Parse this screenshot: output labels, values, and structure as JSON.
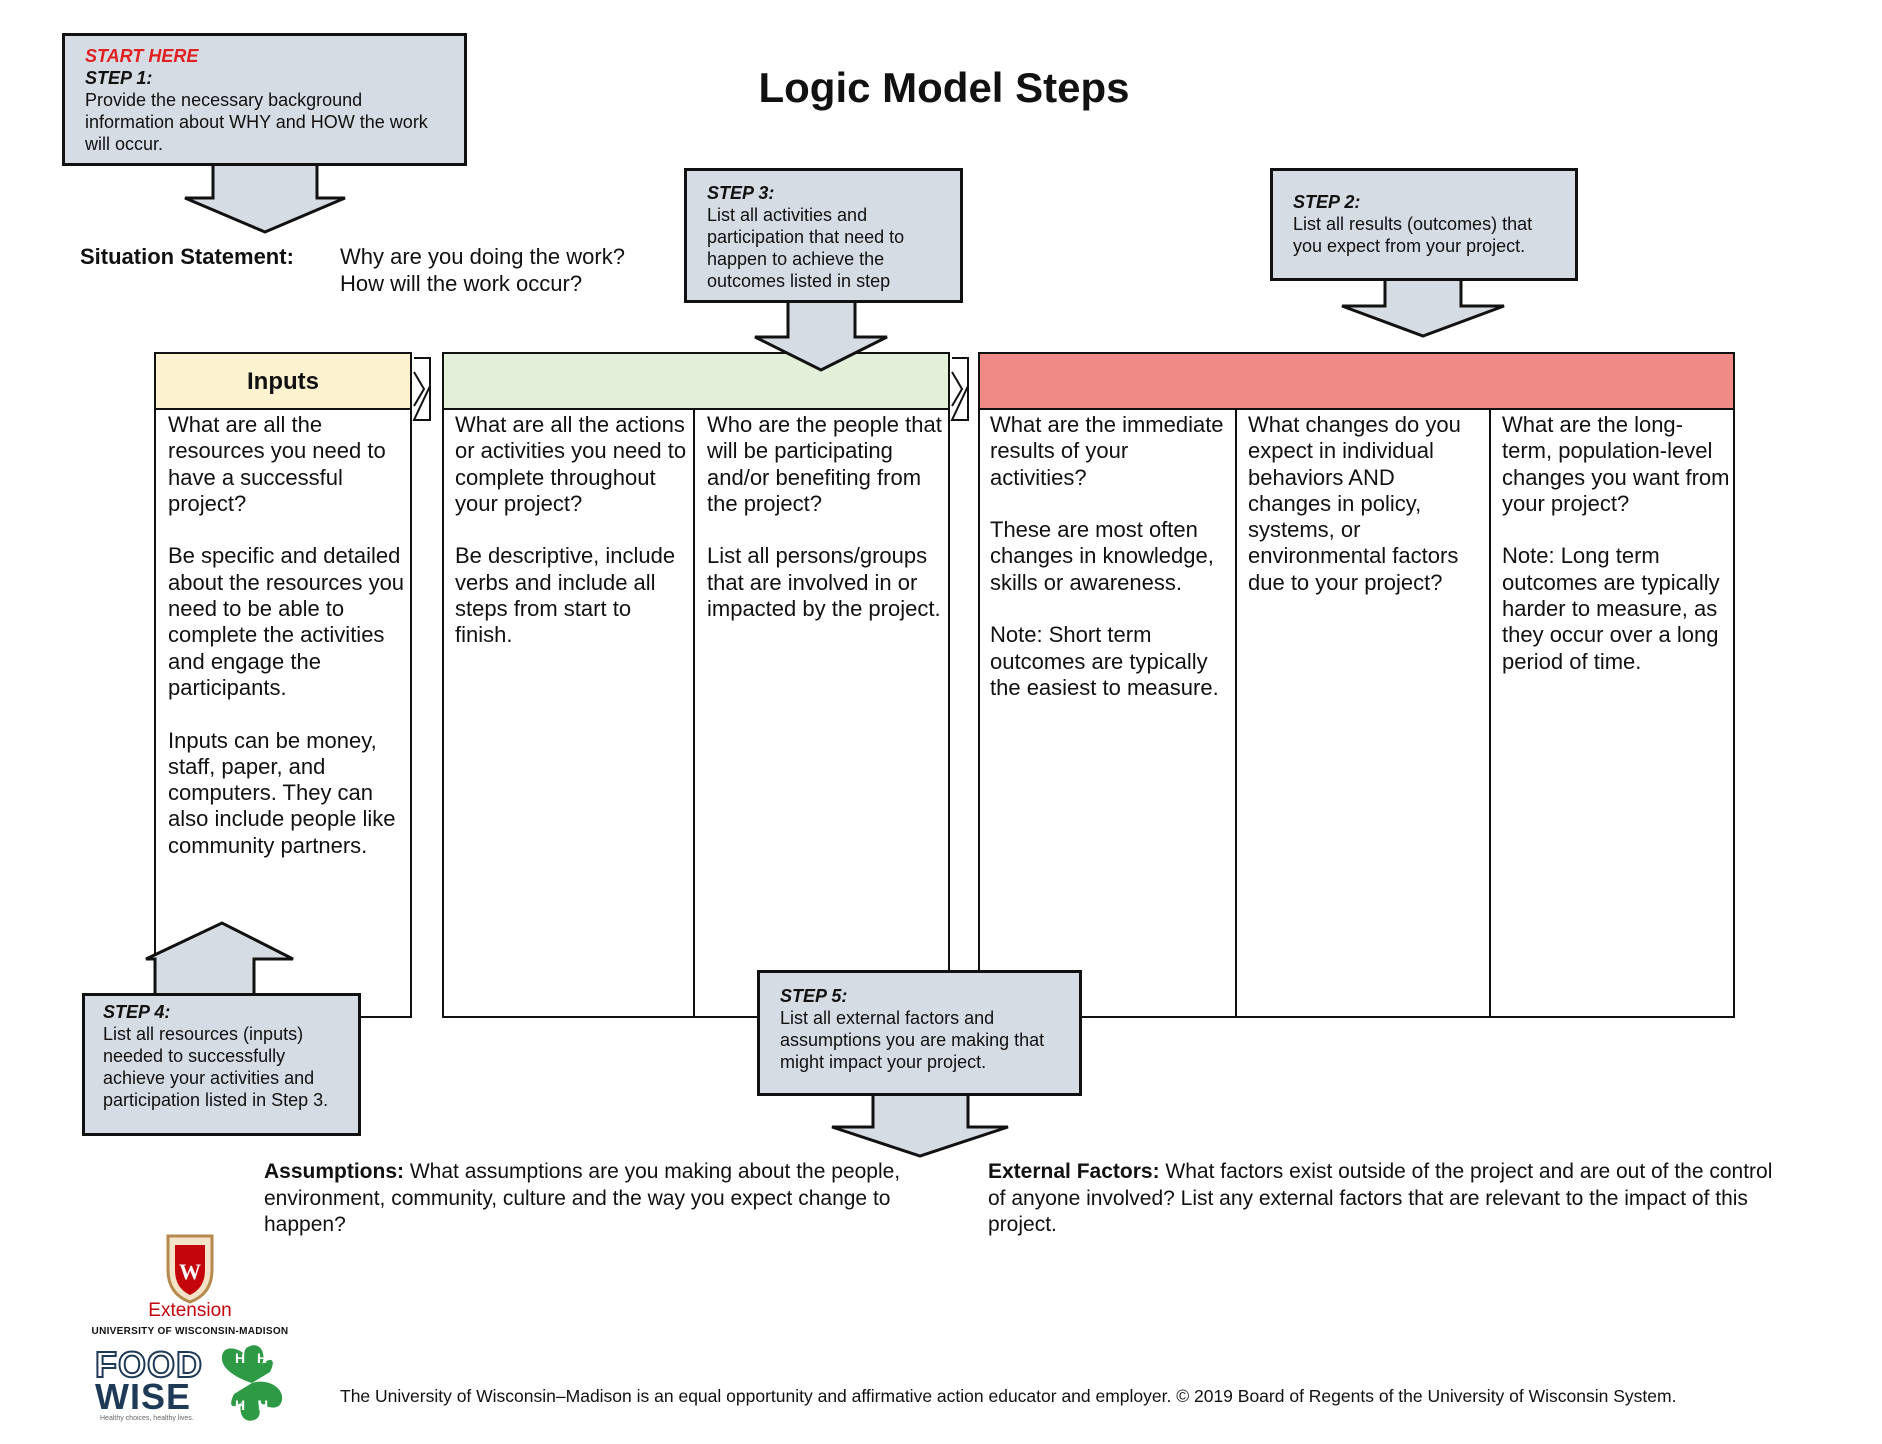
{
  "title": "Logic Model Steps",
  "step1": {
    "start": "START HERE",
    "label": "STEP 1:",
    "text": "Provide the necessary background information about WHY and HOW the work will occur."
  },
  "step2": {
    "label": "STEP 2:",
    "text": "List all results (outcomes) that you expect from your project."
  },
  "step3": {
    "label": "STEP 3:",
    "text": "List all activities and participation that need to happen to achieve the outcomes listed in step"
  },
  "step4": {
    "label": "STEP 4:",
    "text": "List all resources (inputs) needed to successfully achieve your activities and participation listed in Step 3."
  },
  "step5": {
    "label": "STEP 5:",
    "text": "List all external factors and assumptions you are making that might impact your project."
  },
  "situation": {
    "label": "Situation Statement:",
    "line1": "Why are you doing the work?",
    "line2": "How will the work occur?"
  },
  "inputs": {
    "header": "Inputs",
    "text": "What are all the resources you need to have a successful project?\n\nBe specific and detailed about the resources you need to be able to complete the activities and engage the participants.\n\nInputs can be money, staff, paper, and computers. They can also include people like community partners."
  },
  "outputs": {
    "activities": "What are all the actions or activities you need to complete throughout your project?\n\nBe descriptive, include verbs and include all steps from start to finish.",
    "participation": "Who are the people that will be participating and/or benefiting from the project?\n\nList all persons/groups that are involved in or impacted by the project."
  },
  "outcomes": {
    "short": "What are the immediate results of your activities?\n\nThese are most often changes in knowledge, skills or awareness.\n\nNote: Short term outcomes are typically the easiest to measure.",
    "medium": "What changes do you expect in individual behaviors AND changes in policy, systems, or environmental factors due to your project?",
    "long": "What are the long-term, population-level changes you want from your project?\n\nNote: Long term outcomes are typically harder to measure, as they occur over a long period of time."
  },
  "assumptions": {
    "label": "Assumptions:",
    "text": " What assumptions are you making about the people, environment, community, culture and the way you expect change to happen?"
  },
  "external": {
    "label": "External Factors:",
    "text": " What factors exist outside of the project and are out of the control of anyone involved? List any external factors that are relevant to the impact of this project."
  },
  "logo": {
    "extension": "Extension",
    "university": "UNIVERSITY OF WISCONSIN-MADISON",
    "food": "FOOD",
    "wise": "WISE",
    "tagline": "Healthy choices, healthy lives."
  },
  "footer": "The University of Wisconsin–Madison is an equal opportunity and affirmative action educator and employer. © 2019 Board of Regents of the University of Wisconsin System.",
  "colors": {
    "callout": "#d6dce4",
    "inputs_header": "#fdf2cf",
    "outputs_header": "#e2efd9",
    "outcomes_header": "#ef8a87",
    "start_red": "#e02020",
    "extension_red": "#c5050c",
    "clover_green": "#2e9a45",
    "foodwise_navy": "#1f3a56"
  },
  "icons": [
    "down-arrow-icon",
    "up-arrow-icon",
    "right-chevron-icon",
    "uw-crest-icon",
    "four-h-clover-icon"
  ]
}
